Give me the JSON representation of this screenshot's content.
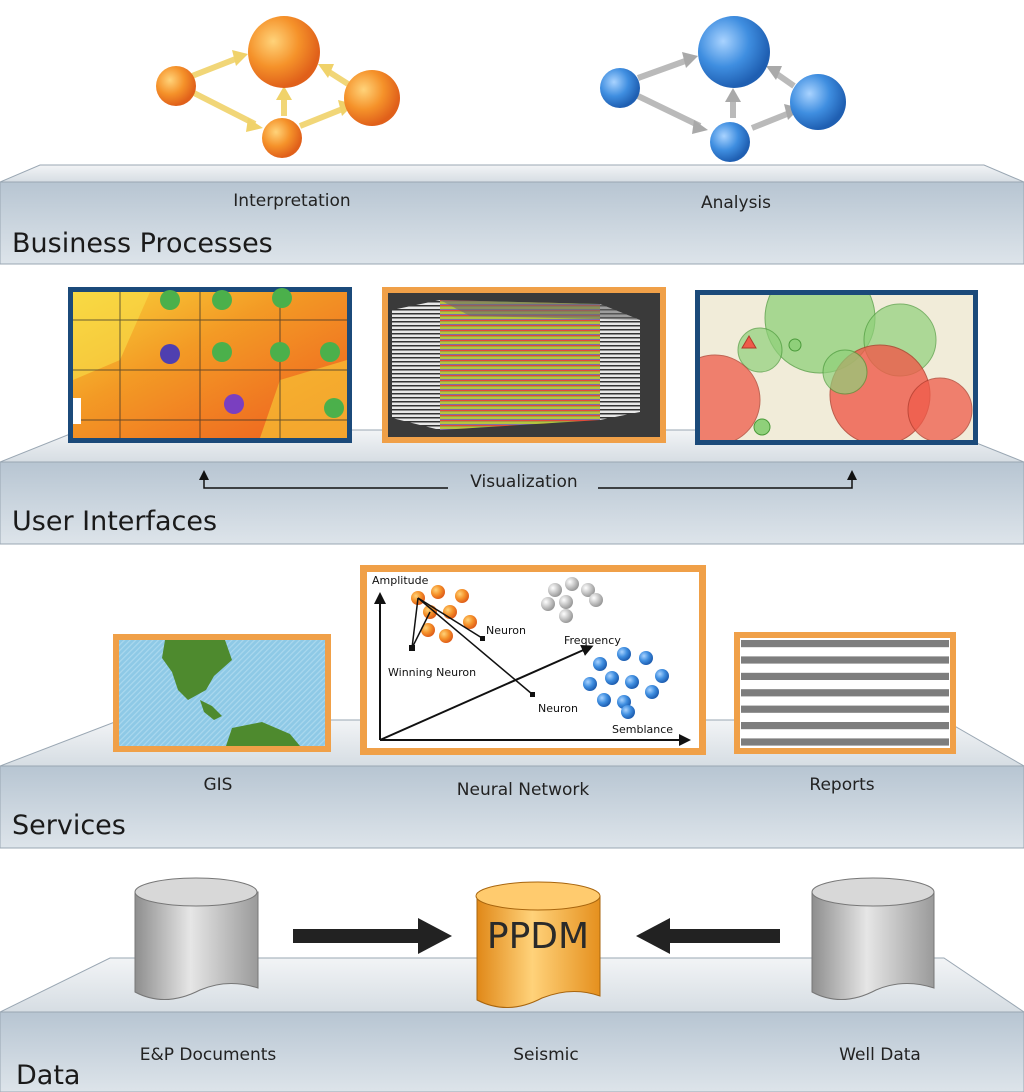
{
  "layers": {
    "business": {
      "title": "Business Processes",
      "items": [
        "Interpretation",
        "Analysis"
      ]
    },
    "user_interfaces": {
      "title": "User Interfaces",
      "visualization": "Visualization"
    },
    "services": {
      "title": "Services",
      "items": [
        "GIS",
        "Neural Network",
        "Reports"
      ],
      "neural": {
        "amplitude": "Amplitude",
        "frequency": "Frequency",
        "semblance": "Semblance",
        "neuron": "Neuron",
        "winning_neuron": "Winning Neuron"
      }
    },
    "data": {
      "title": "Data",
      "ppdm": "PPDM",
      "items": [
        "E&P Documents",
        "Seismic",
        "Well Data"
      ]
    }
  },
  "colors": {
    "orange": "#f3962f",
    "blue": "#3d84d6",
    "frame_blue": "#1b4a7a",
    "frame_orange": "#f0a048",
    "shelf": "#c6d1db"
  }
}
